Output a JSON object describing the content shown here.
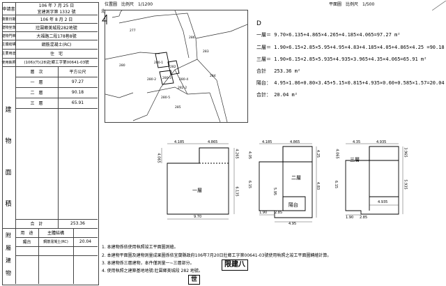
{
  "left_panel": {
    "apply_date_label": "申請書",
    "apply_date_value": "106 年 7 月 25 日",
    "permit_label": "",
    "permit_value": "宜建測字第 1332 號",
    "survey_date_label": "測量日期",
    "survey_date_value": "106 年 8 月 2 日",
    "parcel_label": "建物坐落",
    "parcel_value": "壯圍鄉美城段282地號",
    "address_label": "建物門牌",
    "address_value": "大福路二段178巷8號",
    "structure_label": "主體結構",
    "structure_value": "鋼筋混凝土(RC)",
    "use_label": "主要用途",
    "use_value": "住　宅",
    "license_label": "使用執照",
    "license_value": "(106)(T)(28)壯鄉工字第00641-03號",
    "col_level": "層　次",
    "col_area": "平方公尺",
    "floors": [
      {
        "name": "一　層",
        "area": "97.27"
      },
      {
        "name": "二　層",
        "area": "90.18"
      },
      {
        "name": "三　層",
        "area": "65.91"
      }
    ],
    "total_label": "合　計",
    "total_value": "253.36",
    "side_label_main": [
      "建",
      "物",
      "面",
      "積"
    ],
    "side_label_attach": [
      "附",
      "屬",
      "建",
      "物"
    ],
    "attach_use_label": "用　途",
    "attach_struct_label": "主體結構",
    "attach_row_use": "陽台",
    "attach_row_struct": "鋼筋混凝土(RC)",
    "attach_row_area": "20.04"
  },
  "location_map": {
    "title": "位置圖　比例尺　1/1200",
    "north_label": "北",
    "parcel_numbers": [
      "277",
      "280",
      "280-1",
      "280-2",
      "282",
      "280-3",
      "280-4",
      "283",
      "284",
      "286",
      "285",
      "280-5",
      "282-2"
    ]
  },
  "plan_header": {
    "title": "平面圖　比例尺　1/500"
  },
  "calc": {
    "label": "D",
    "lines": [
      {
        "floor": "一層",
        "formula": "9.70×6.135+4.865×4.265+4.185×4.065=97.27 m²"
      },
      {
        "floor": "二層",
        "formula": "1.90×6.15+2.85×5.95+4.95×4.83+4.185×4.05+4.865×4.25 =90.18 m²"
      },
      {
        "floor": "三層",
        "formula": "1.90×6.15+2.85×5.935+4.935×3.965+4.35×4.065=65.91 m²"
      },
      {
        "floor": "合計",
        "formula": "253.36 m²"
      },
      {
        "floor": "陽台",
        "formula": "4.95×1.86+0.80×3.45+5.15×0.815+4.935×0.60+0.585×1.57=20.04 m²"
      },
      {
        "floor": "合計",
        "formula": "20.04 m²"
      }
    ]
  },
  "plans": {
    "plan1": {
      "label": "一層",
      "dims": [
        "4.185",
        "4.865",
        "4.065",
        "4.265",
        "6.135",
        "9.70"
      ]
    },
    "plan2": {
      "label": "二層",
      "balcony": "陽台",
      "dims": [
        "4.185",
        "4.865",
        "4.05",
        "4.25",
        "5.95",
        "6.15",
        "4.83",
        "1.90",
        "2.85",
        "4.95"
      ]
    },
    "plan3": {
      "label": "三層",
      "dims": [
        "4.35",
        "4.935",
        "4.065",
        "3.965",
        "6.15",
        "5.935",
        "1.90",
        "2.85",
        "4.935"
      ]
    }
  },
  "notes": [
    "1. 本建物係依使用執照竣工平面圖測繪。",
    "2. 本建物平面圖及建物測量成果圖係依宜蘭縣政府106年7月20日壯鄉工字第00641-03號使用執照之竣工平面圖轉繪計算。",
    "3. 本建物係三層建物，本件僅測量一~三層部分。",
    "4. 使用執照之建築基地地號:壯圍鄉美城段 282 地號。"
  ],
  "stamps": [
    "限建八",
    "世"
  ]
}
